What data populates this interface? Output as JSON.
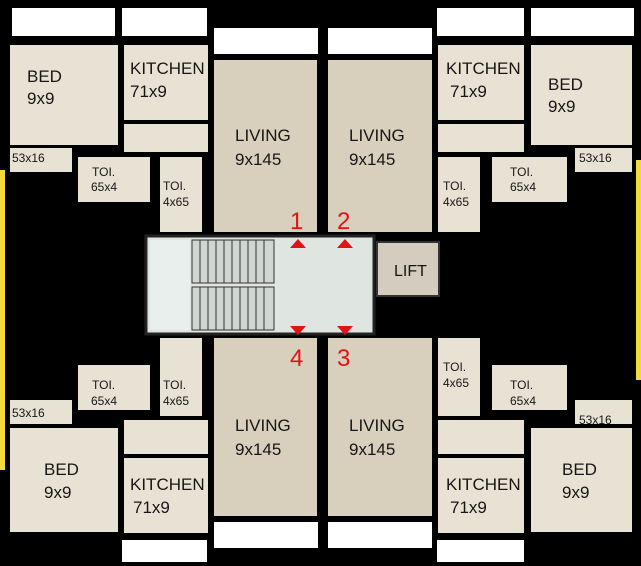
{
  "colors": {
    "wall": "#000000",
    "room_fill": "#e8e2d4",
    "living_fill": "#d8d0bd",
    "core_fill": "#dfe6e2",
    "marker": "#e01414",
    "balcony_strip": "#f4d93a"
  },
  "rooms": {
    "tl_bed": {
      "name": "BED",
      "size": "9x9"
    },
    "tl_kitchen": {
      "name": "KITCHEN",
      "size": "71x9"
    },
    "tl_living": {
      "name": "LIVING",
      "size": "9x145"
    },
    "tl_balcony": {
      "size": "53x16"
    },
    "tl_toi_a": {
      "name": "TOI.",
      "size": "65x4"
    },
    "tl_toi_b": {
      "name": "TOI.",
      "size": "4x65"
    },
    "tr_kitchen": {
      "name": "KITCHEN",
      "size": "71x9"
    },
    "tr_bed": {
      "name": "BED",
      "size": "9x9"
    },
    "tr_living": {
      "name": "LIVING",
      "size": "9x145"
    },
    "tr_balcony": {
      "size": "53x16"
    },
    "tr_toi_a": {
      "name": "TOI.",
      "size": "65x4"
    },
    "tr_toi_b": {
      "name": "TOI.",
      "size": "4x65"
    },
    "bl_bed": {
      "name": "BED",
      "size": "9x9"
    },
    "bl_kitchen": {
      "name": "KITCHEN",
      "size": "71x9"
    },
    "bl_living": {
      "name": "LIVING",
      "size": "9x145"
    },
    "bl_balcony": {
      "size": "53x16"
    },
    "bl_toi_a": {
      "name": "TOI.",
      "size": "65x4"
    },
    "bl_toi_b": {
      "name": "TOI.",
      "size": "4x65"
    },
    "br_bed": {
      "name": "BED",
      "size": "9x9"
    },
    "br_kitchen": {
      "name": "KITCHEN",
      "size": "71x9"
    },
    "br_living": {
      "name": "LIVING",
      "size": "9x145"
    },
    "br_balcony": {
      "size": "53x16"
    },
    "br_toi_a": {
      "name": "TOI.",
      "size": "65x4"
    },
    "br_toi_b": {
      "name": "TOI.",
      "size": "4x65"
    }
  },
  "core": {
    "lift_label": "LIFT",
    "flats": [
      "1",
      "2",
      "3",
      "4"
    ]
  }
}
